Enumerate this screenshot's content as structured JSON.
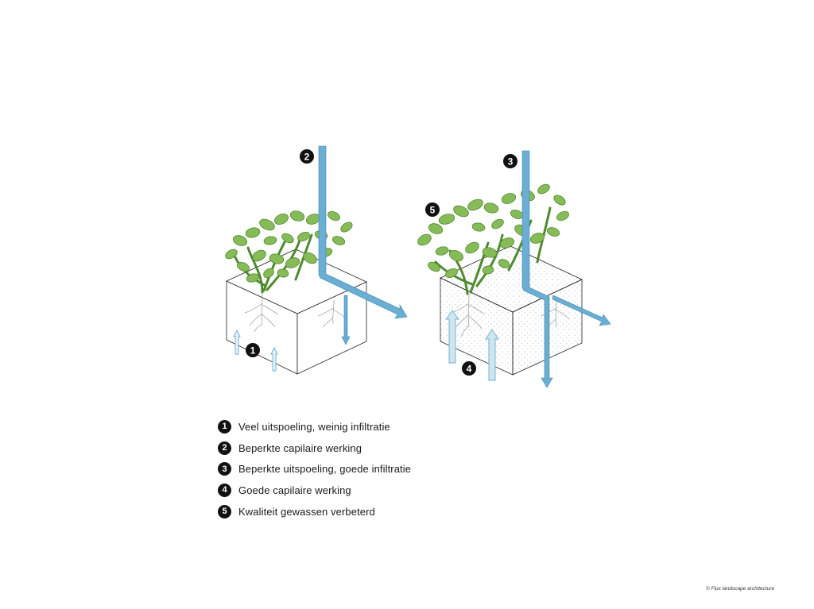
{
  "colors": {
    "water": "#6aaed3",
    "water_light": "#cfe5ef",
    "plant": "#86bb58",
    "plant_dark": "#4f8a2f",
    "outline": "#222222",
    "badge": "#111111"
  },
  "markers": {
    "m1": "1",
    "m2": "2",
    "m3": "3",
    "m4": "4",
    "m5": "5"
  },
  "legend": [
    {
      "num": "1",
      "text": "Veel uitspoeling, weinig infiltratie"
    },
    {
      "num": "2",
      "text": "Beperkte capilaire werking"
    },
    {
      "num": "3",
      "text": "Beperkte uitspoeling, goede infiltratie"
    },
    {
      "num": "4",
      "text": "Goede capilaire werking"
    },
    {
      "num": "5",
      "text": "Kwaliteit gewassen verbeterd"
    }
  ],
  "credit": "© Flux landscape architecture"
}
